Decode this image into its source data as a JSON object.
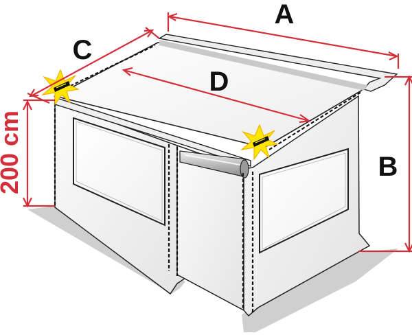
{
  "labels": {
    "A": "A",
    "B": "B",
    "C": "C",
    "D": "D",
    "height": "200 cm"
  },
  "colors": {
    "dimension": "#d32f3a",
    "outline": "#222222",
    "panel": "#f4f4f4",
    "window": "#ffffff",
    "shadow": "#cfcfcf",
    "star": "#ffe600"
  },
  "icons": [
    "light-star-icon"
  ]
}
